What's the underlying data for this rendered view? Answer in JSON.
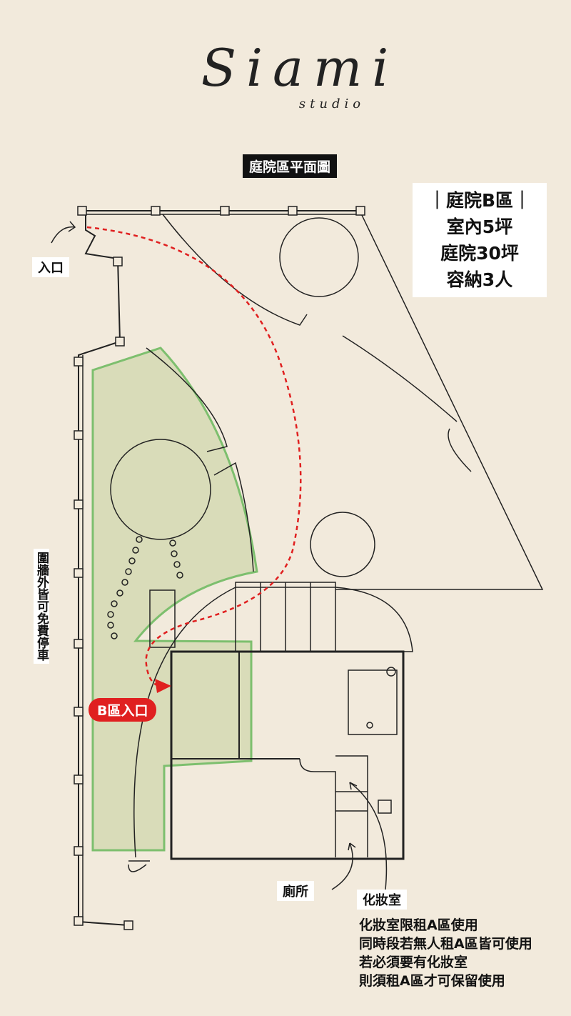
{
  "logo": {
    "main": "Siami",
    "sub": "studio"
  },
  "title": "庭院區平面圖",
  "info": [
    "｜庭院B區｜",
    "室內5坪",
    "庭院30坪",
    "容納3人"
  ],
  "labels": {
    "entrance": "入口",
    "b_entrance": "B區入口",
    "toilet": "廁所",
    "dressing_room": "化妝室",
    "parking": "圍牆外皆可免費停車"
  },
  "notes": [
    "化妝室限租A區使用",
    "同時段若無人租A區皆可使用",
    "若必須要有化妝室",
    "則須租A區才可保留使用"
  ],
  "colors": {
    "background": "#f2eadc",
    "garden_fill": "#d9dcb9",
    "garden_outline": "#7dbf6e",
    "path": "#e02020"
  }
}
